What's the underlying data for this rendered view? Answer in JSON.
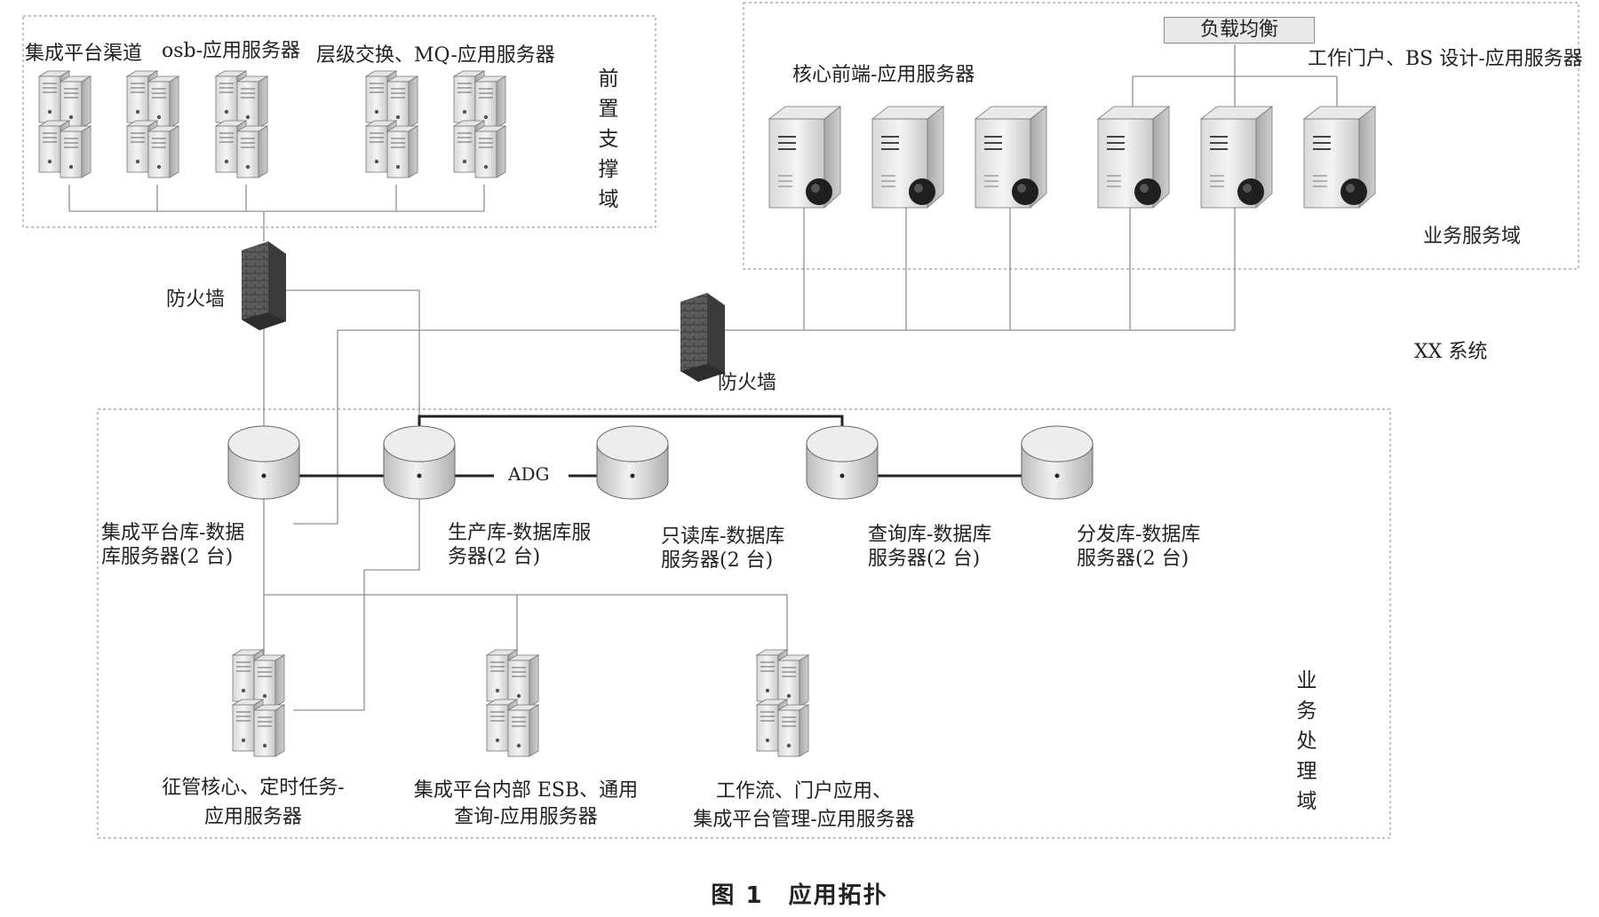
{
  "caption": "图 1　应用拓扑",
  "system_label": "XX 系统",
  "domains": {
    "front": "前置支撑域",
    "business_service": "业务服务域",
    "business_processing": "业务处理域"
  },
  "front_servers": {
    "integration_channel": "集成平台渠道",
    "osb": "osb-应用服务器",
    "exchange_mq": "层级交换、MQ-应用服务器"
  },
  "firewalls": {
    "left": "防火墙",
    "center": "防火墙"
  },
  "service_servers": {
    "core_frontend": "核心前端-应用服务器",
    "load_balancer": "负载均衡",
    "portal_bs": "工作门户、BS 设计-应用服务器"
  },
  "databases": {
    "integration_db": [
      "集成平台库-数据",
      "库服务器(2 台)"
    ],
    "production_db": [
      "生产库-数据库服",
      "务器(2 台)"
    ],
    "readonly_db": [
      "只读库-数据库",
      "服务器(2 台)"
    ],
    "query_db": [
      "查询库-数据库",
      "服务器(2 台)"
    ],
    "distribution_db": [
      "分发库-数据库",
      "服务器(2 台)"
    ]
  },
  "adg_label": "ADG",
  "processing_servers": {
    "collection_core": [
      "征管核心、定时任务-",
      "应用服务器"
    ],
    "esb_query": [
      "集成平台内部 ESB、通用",
      "查询-应用服务器"
    ],
    "workflow_portal": [
      "工作流、门户应用、",
      "集成平台管理-应用服务器"
    ]
  }
}
